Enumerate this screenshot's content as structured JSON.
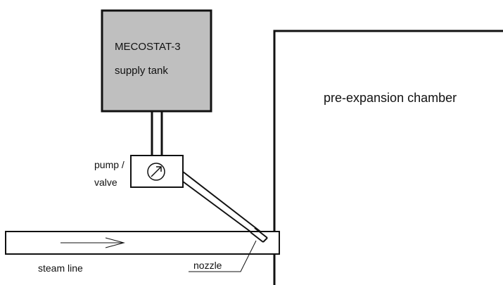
{
  "supply_tank": {
    "name": "MECOSTAT-3",
    "description": "supply tank",
    "fill_color": "#bfbfbf"
  },
  "chamber": {
    "label": "pre-expansion chamber"
  },
  "pump": {
    "label_line1": "pump /",
    "label_line2": "valve",
    "icon": "pump-symbol-icon"
  },
  "steam_line": {
    "label": "steam line",
    "flow_icon": "arrow-right-icon"
  },
  "nozzle": {
    "label": "nozzle"
  },
  "colors": {
    "line": "#111111",
    "tank_fill": "#bfbfbf",
    "background": "#ffffff"
  }
}
